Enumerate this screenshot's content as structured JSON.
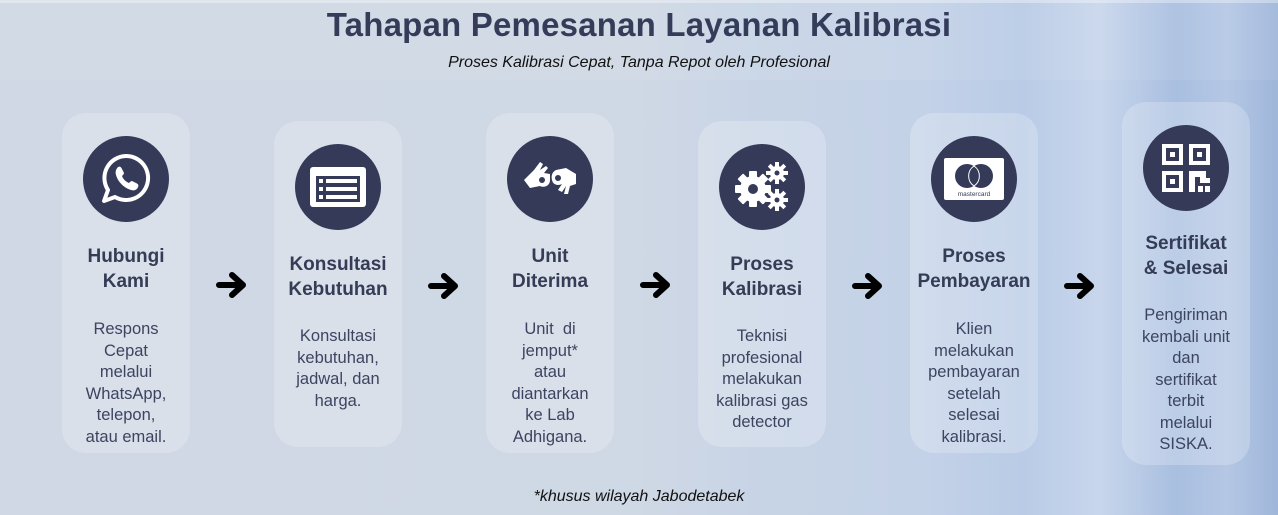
{
  "header": {
    "title": "Tahapan Pemesanan Layanan Kalibrasi",
    "subtitle": "Proses Kalibrasi Cepat, Tanpa Repot oleh Profesional"
  },
  "steps": [
    {
      "icon": "whatsapp-icon",
      "title_lines": [
        "Hubungi",
        "Kami"
      ],
      "desc_lines": [
        "Respons",
        "Cepat",
        "melalui",
        "WhatsApp,",
        "telepon,",
        "atau email."
      ]
    },
    {
      "icon": "form-list-icon",
      "title_lines": [
        "Konsultasi",
        "Kebutuhan"
      ],
      "desc_lines": [
        "Konsultasi",
        "kebutuhan,",
        "jadwal, dan",
        "harga."
      ]
    },
    {
      "icon": "hands-handover-icon",
      "title_lines": [
        "Unit",
        "Diterima"
      ],
      "desc_lines": [
        "Unit  di",
        "jemput*",
        "atau",
        "diantarkan",
        "ke Lab",
        "Adhigana."
      ]
    },
    {
      "icon": "gears-icon",
      "title_lines": [
        "Proses",
        "Kalibrasi"
      ],
      "desc_lines": [
        "Teknisi",
        "profesional",
        "melakukan",
        "kalibrasi gas",
        "detector"
      ]
    },
    {
      "icon": "mastercard-icon",
      "icon_label": "mastercard",
      "title_lines": [
        "Proses",
        "Pembayaran"
      ],
      "desc_lines": [
        "Klien",
        "melakukan",
        "pembayaran",
        "setelah",
        "selesai",
        "kalibrasi."
      ]
    },
    {
      "icon": "qr-code-icon",
      "title_lines": [
        "Sertifikat",
        "& Selesai"
      ],
      "desc_lines": [
        "Pengiriman",
        "kembali unit",
        "dan",
        "sertifikat",
        "terbit",
        "melalui",
        "SISKA."
      ]
    }
  ],
  "arrows": [
    "arrow-right-icon",
    "arrow-right-icon",
    "arrow-right-icon",
    "arrow-right-icon",
    "arrow-right-icon"
  ],
  "footnote": "*khusus wilayah Jabodetabek",
  "colors": {
    "icon_circle": "#343a58",
    "title_text": "#343c5a",
    "desc_text": "#3d4460",
    "arrow": "#000000"
  }
}
